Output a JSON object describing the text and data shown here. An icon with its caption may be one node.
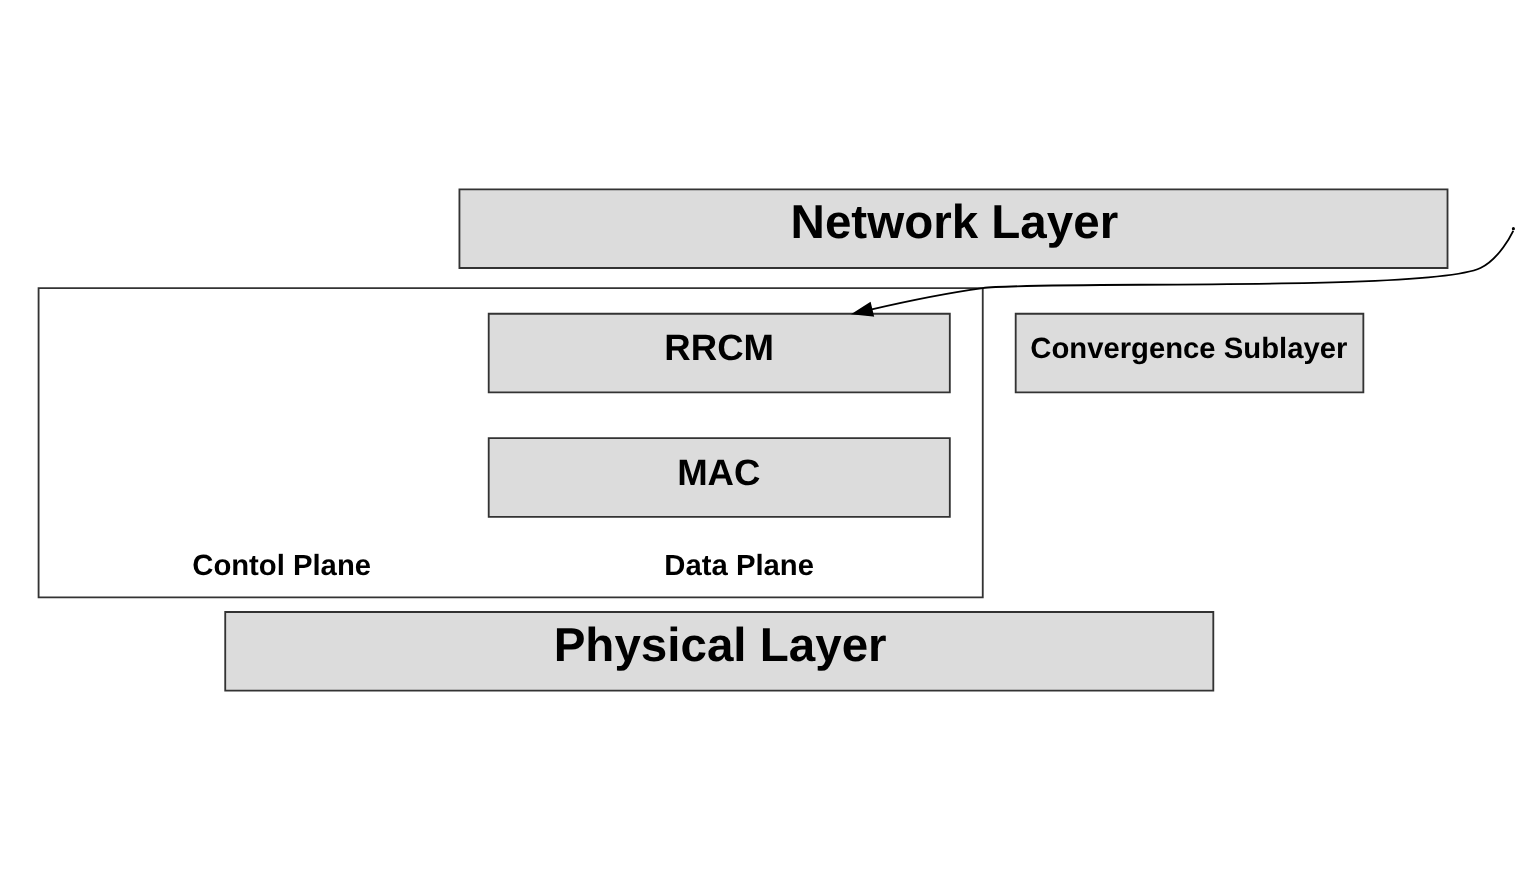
{
  "diagram": {
    "nodes": [
      {
        "text": [
          "Network Layer"
        ]
      },
      {
        "text": [
          "Contol Plane",
          "Data Plane"
        ]
      },
      {
        "text": [
          "RRCM"
        ],
        "in": 1
      },
      {
        "text": [
          "MAC"
        ],
        "in": 1
      },
      {
        "text": [
          "Convergence Sublayer"
        ]
      },
      {
        "text": [
          "Physical Layer"
        ]
      }
    ],
    "edges": [
      {
        "from": null,
        "to": 2,
        "arrow": "to"
      }
    ]
  }
}
